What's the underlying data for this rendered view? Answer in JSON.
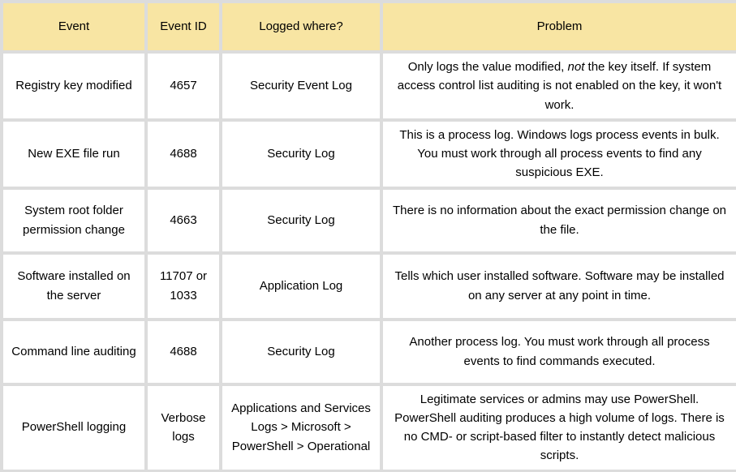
{
  "style": {
    "header_bg": "#f8e5a3",
    "border_color": "#dcdcdc",
    "text_color": "#000000"
  },
  "table": {
    "headers": [
      {
        "label": "Event"
      },
      {
        "label": "Event ID"
      },
      {
        "label": "Logged where?"
      },
      {
        "label": "Problem"
      }
    ],
    "rows": [
      {
        "event": "Registry key modified",
        "event_id": "4657",
        "logged_where": "Security Event Log",
        "problem": [
          {
            "text": "Only logs the value modified, "
          },
          {
            "text": "not",
            "italic": true
          },
          {
            "text": " the key itself. If system access control list auditing is not enabled on the key, it won't work."
          }
        ]
      },
      {
        "event": "New EXE file run",
        "event_id": "4688",
        "logged_where": "Security Log",
        "problem": [
          {
            "text": "This is a process log. Windows logs process events in bulk. You must work through all process events to find any suspicious EXE."
          }
        ]
      },
      {
        "event": "System root folder permission change",
        "event_id": "4663",
        "logged_where": "Security Log",
        "problem": [
          {
            "text": "There is no information about the exact permission change on the file."
          }
        ]
      },
      {
        "event": "Software installed on the server",
        "event_id": "11707 or 1033",
        "logged_where": "Application Log",
        "problem": [
          {
            "text": "Tells which user installed software. Software may be installed on any server at any point in time."
          }
        ]
      },
      {
        "event": "Command line auditing",
        "event_id": "4688",
        "logged_where": "Security Log",
        "problem": [
          {
            "text": "Another process log. You must work through all process events to find commands executed."
          }
        ]
      },
      {
        "event": "PowerShell logging",
        "event_id": "Verbose logs",
        "logged_where": "Applications and Services Logs > Microsoft > PowerShell > Operational",
        "problem": [
          {
            "text": "Legitimate services or admins may use PowerShell. PowerShell auditing produces a high volume of logs. There is no CMD- or script-based filter to instantly detect malicious scripts."
          }
        ]
      }
    ]
  },
  "chart_data": {
    "type": "table",
    "columns": [
      "Event",
      "Event ID",
      "Logged where?",
      "Problem"
    ],
    "rows": [
      [
        "Registry key modified",
        "4657",
        "Security Event Log",
        "Only logs the value modified, not the key itself. If system access control list auditing is not enabled on the key, it won't work."
      ],
      [
        "New EXE file run",
        "4688",
        "Security Log",
        "This is a process log. Windows logs process events in bulk. You must work through all process events to find any suspicious EXE."
      ],
      [
        "System root folder permission change",
        "4663",
        "Security Log",
        "There is no information about the exact permission change on the file."
      ],
      [
        "Software installed on the server",
        "11707 or 1033",
        "Application Log",
        "Tells which user installed software. Software may be installed on any server at any point in time."
      ],
      [
        "Command line auditing",
        "4688",
        "Security Log",
        "Another process log. You must work through all process events to find commands executed."
      ],
      [
        "PowerShell logging",
        "Verbose logs",
        "Applications and Services Logs > Microsoft > PowerShell > Operational",
        "Legitimate services or admins may use PowerShell. PowerShell auditing produces a high volume of logs. There is no CMD- or script-based filter to instantly detect malicious scripts."
      ]
    ],
    "layout": {
      "header_fill": "#f8e5a3",
      "grid": "on",
      "text_align": "center"
    }
  }
}
